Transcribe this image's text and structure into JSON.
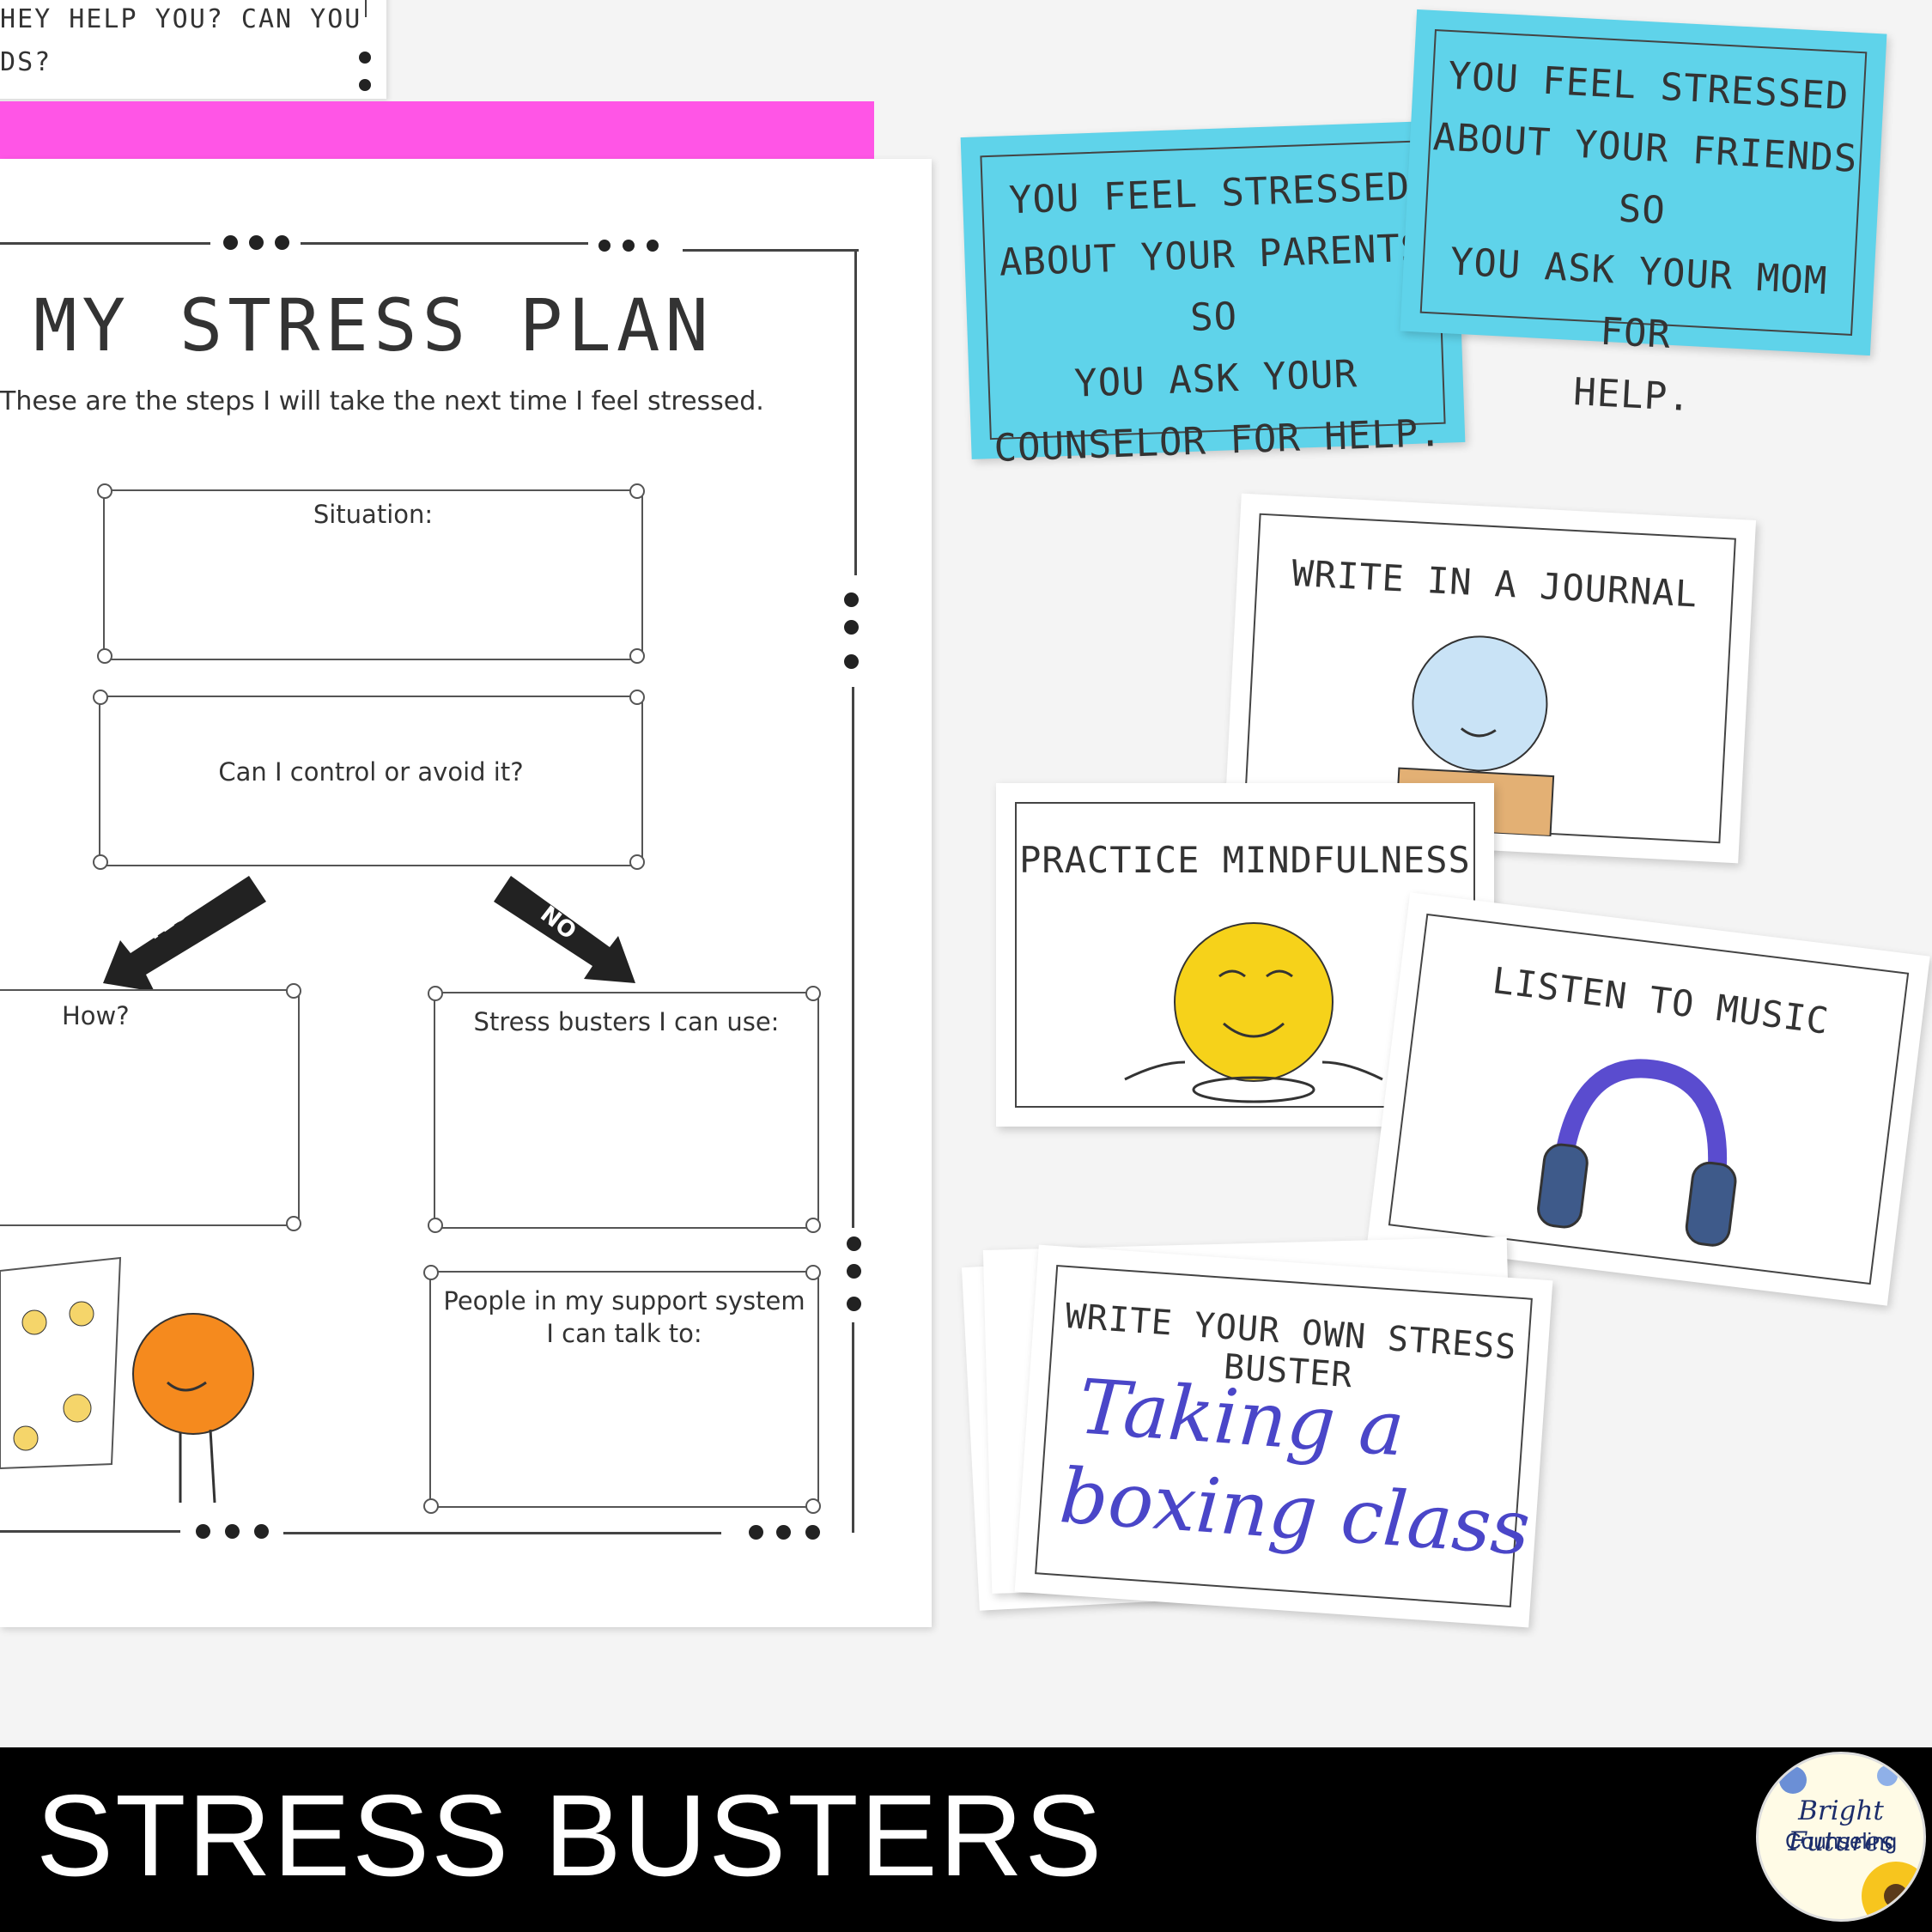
{
  "worksheet_top": {
    "line1": "THEY HELP YOU? CAN YOU",
    "line2": "NDS?"
  },
  "worksheet": {
    "title": "MY STRESS PLAN",
    "subtitle": "These are the steps I will take the next time I feel stressed.",
    "situation_label": "Situation:",
    "control_label": "Can I control or avoid it?",
    "yes_label": "YES",
    "no_label": "NO",
    "how_label": "How?",
    "busters_label": "Stress busters I can use:",
    "support_label_1": "People in my support system",
    "support_label_2": "I can talk to:"
  },
  "cards": {
    "parents": {
      "l1": "YOU FEEL STRESSED",
      "l2": "ABOUT YOUR PARENTS SO",
      "l3": "YOU ASK YOUR",
      "l4": "COUNSELOR FOR HELP."
    },
    "friends": {
      "l1": "YOU FEEL STRESSED",
      "l2": "ABOUT YOUR FRIENDS SO",
      "l3": "YOU ASK YOUR MOM FOR",
      "l4": "HELP."
    },
    "journal": {
      "title": "WRITE IN A JOURNAL"
    },
    "mindfulness": {
      "title": "PRACTICE MINDFULNESS"
    },
    "music": {
      "title": "LISTEN TO MUSIC"
    },
    "own": {
      "title": "WRITE YOUR OWN STRESS BUSTER",
      "hand1": "Taking a",
      "hand2": "boxing class"
    }
  },
  "footer": {
    "title": "STRESS BUSTERS",
    "logo_line1": "Bright Futures",
    "logo_line2": "Counseling"
  },
  "colors": {
    "pink": "#ff55e6",
    "card_blue": "#5fd3ea",
    "bar": "#000000",
    "handwriting": "#4a46c8"
  }
}
